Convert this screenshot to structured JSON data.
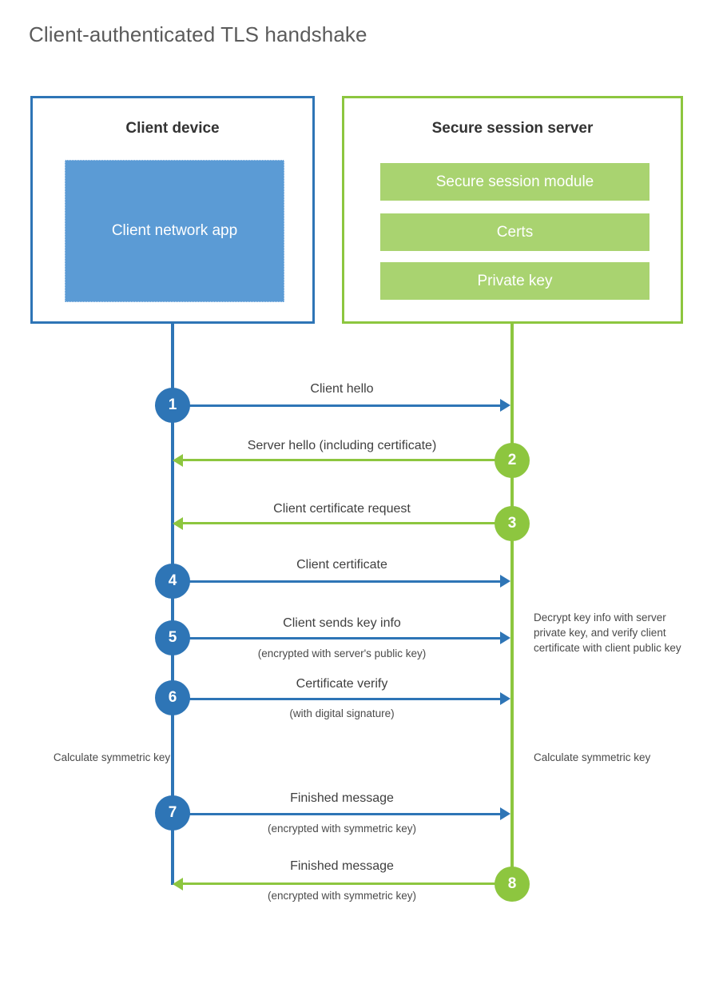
{
  "title": "Client-authenticated TLS handshake",
  "colors": {
    "blue": "#2e75b6",
    "blue_fill": "#5b9bd5",
    "green": "#8dc63f",
    "green_fill": "#a9d370",
    "title_text": "#5b5b5b",
    "body_text": "#3f3f3f"
  },
  "actors": {
    "client": {
      "title": "Client device",
      "app_label": "Client network app"
    },
    "server": {
      "title": "Secure session server",
      "modules": [
        "Secure session module",
        "Certs",
        "Private key"
      ]
    }
  },
  "messages": [
    {
      "step": "1",
      "label": "Client hello",
      "sublabel": "",
      "direction": "client-to-server",
      "color": "blue"
    },
    {
      "step": "2",
      "label": "Server hello (including certificate)",
      "sublabel": "",
      "direction": "server-to-client",
      "color": "green"
    },
    {
      "step": "3",
      "label": "Client certificate request",
      "sublabel": "",
      "direction": "server-to-client",
      "color": "green"
    },
    {
      "step": "4",
      "label": "Client certificate",
      "sublabel": "",
      "direction": "client-to-server",
      "color": "blue"
    },
    {
      "step": "5",
      "label": "Client sends key info",
      "sublabel": "(encrypted with server's public key)",
      "direction": "client-to-server",
      "color": "blue"
    },
    {
      "step": "6",
      "label": "Certificate verify",
      "sublabel": "(with digital signature)",
      "direction": "client-to-server",
      "color": "blue"
    },
    {
      "step": "7",
      "label": "Finished message",
      "sublabel": "(encrypted with symmetric key)",
      "direction": "client-to-server",
      "color": "blue"
    },
    {
      "step": "8",
      "label": "Finished message",
      "sublabel": "(encrypted with symmetric key)",
      "direction": "server-to-client",
      "color": "green"
    }
  ],
  "notes": {
    "server_decrypt": "Decrypt key info with server private key, and verify client certificate with client public key",
    "client_calculate": "Calculate symmetric key",
    "server_calculate": "Calculate symmetric key"
  }
}
